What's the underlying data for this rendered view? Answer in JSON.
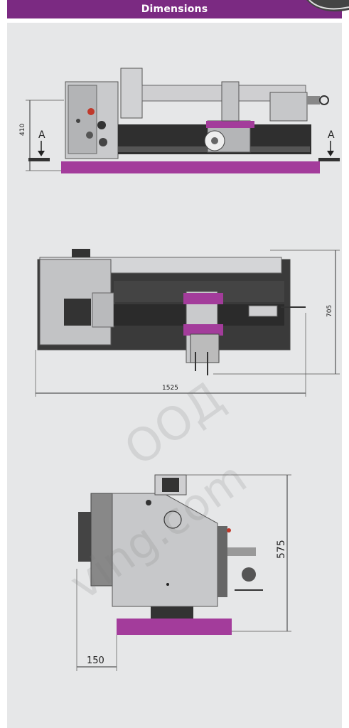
{
  "header": {
    "title": "Dimensions"
  },
  "front_view": {
    "height_label": "410",
    "section_left": "A",
    "section_right": "A"
  },
  "top_view": {
    "length_label": "1525",
    "depth_label": "705"
  },
  "side_view": {
    "height_label": "575",
    "offset_label": "150"
  },
  "watermark": {
    "line1": "ООД",
    "line2": "ving.com"
  },
  "colors": {
    "accent": "#7b2a82",
    "base": "#a33c9b",
    "panel": "#e6e7e8"
  }
}
